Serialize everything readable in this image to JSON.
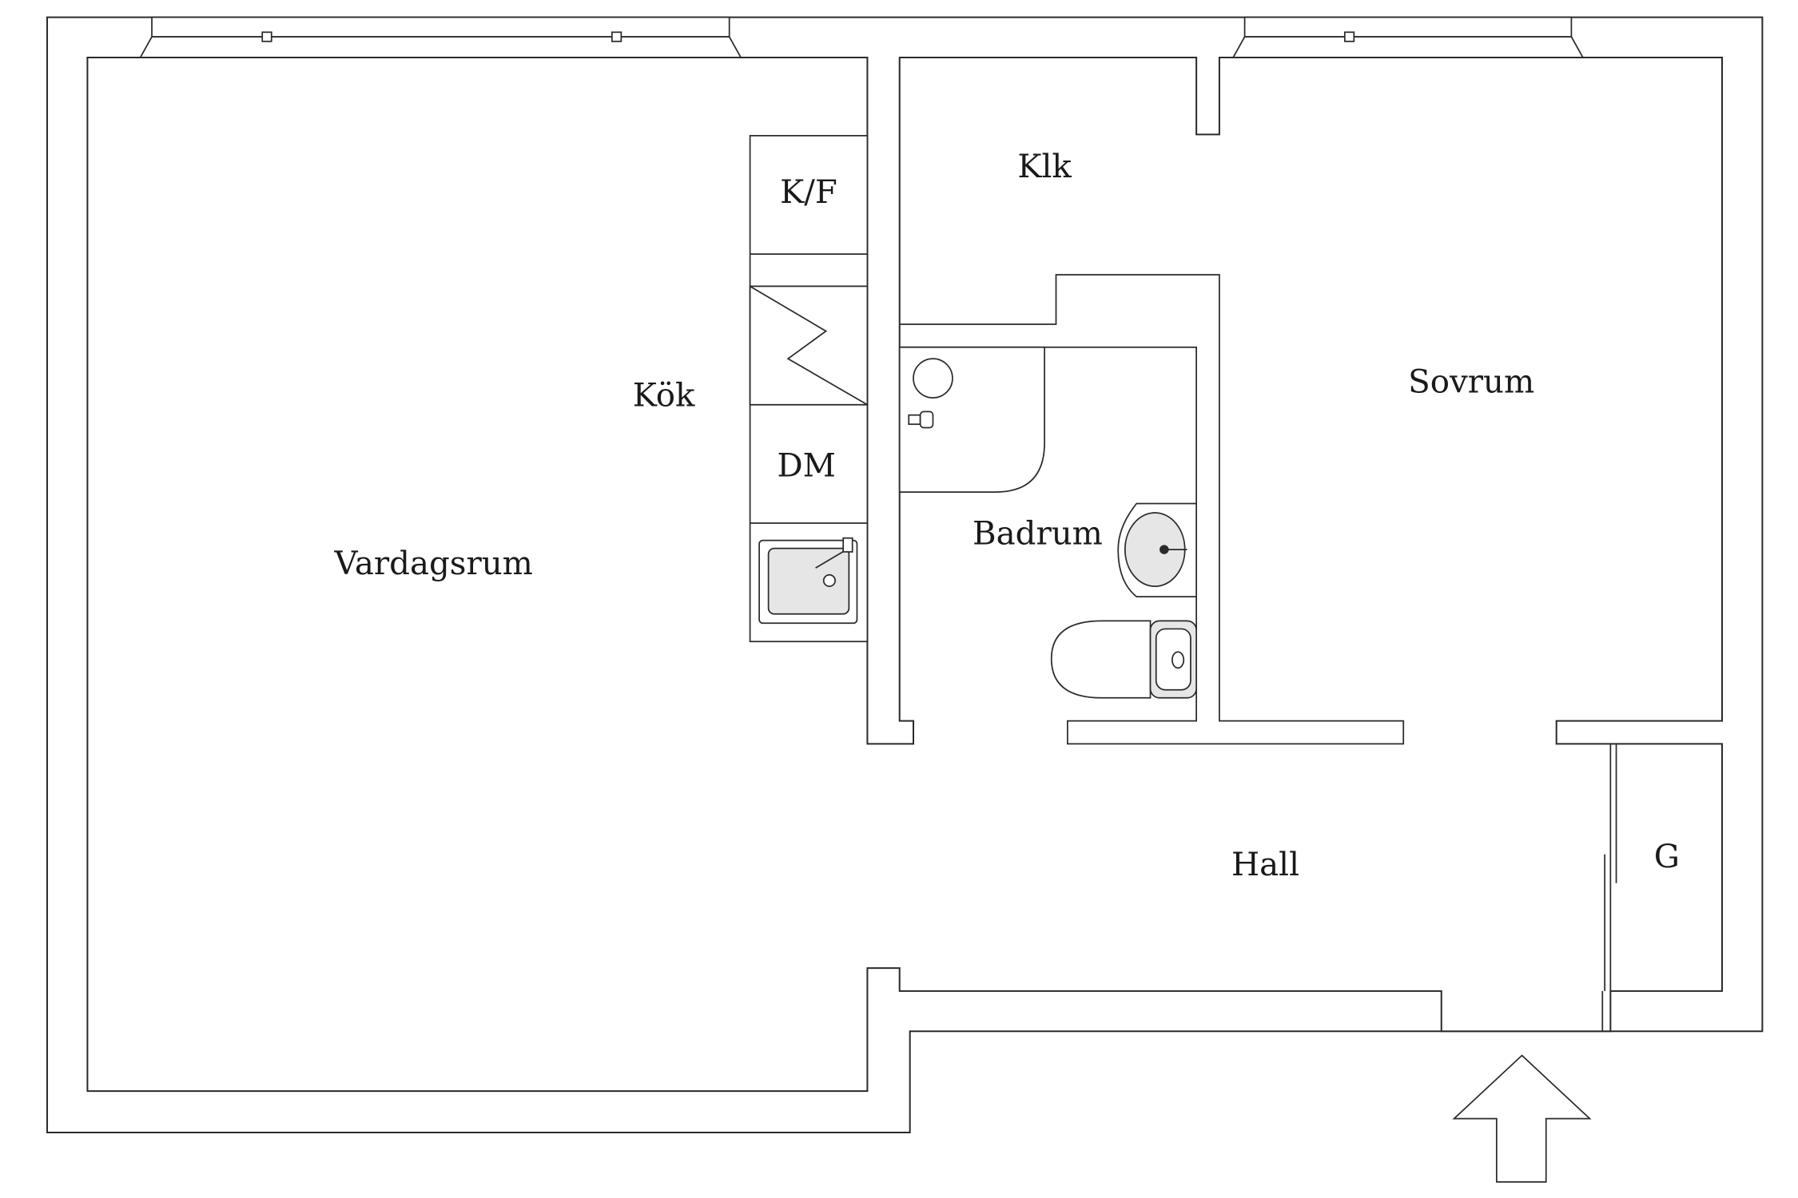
{
  "rooms": {
    "vardagsrum": "Vardagsrum",
    "kok": "Kök",
    "kf": "K/F",
    "dm": "DM",
    "klk": "Klk",
    "badrum": "Badrum",
    "sovrum": "Sovrum",
    "hall": "Hall",
    "g": "G"
  },
  "icons": {
    "entrance": "entrance-arrow-icon",
    "stove": "stove-icon",
    "sink": "kitchen-sink-icon",
    "washbasin": "washbasin-icon",
    "toilet": "toilet-icon",
    "shower": "shower-icon"
  }
}
